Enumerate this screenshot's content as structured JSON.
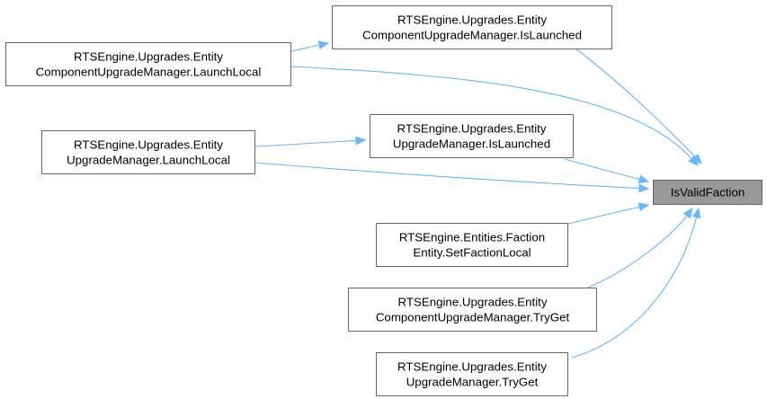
{
  "diagram": {
    "target": {
      "id": "target",
      "lines": [
        "IsValidFaction"
      ]
    },
    "nodes": [
      {
        "id": "cum_launched",
        "lines": [
          "RTSEngine.Upgrades.Entity",
          "ComponentUpgradeManager.IsLaunched"
        ]
      },
      {
        "id": "cum_launchlocal",
        "lines": [
          "RTSEngine.Upgrades.Entity",
          "ComponentUpgradeManager.LaunchLocal"
        ]
      },
      {
        "id": "um_launched",
        "lines": [
          "RTSEngine.Upgrades.Entity",
          "UpgradeManager.IsLaunched"
        ]
      },
      {
        "id": "um_launchlocal",
        "lines": [
          "RTSEngine.Upgrades.Entity",
          "UpgradeManager.LaunchLocal"
        ]
      },
      {
        "id": "fe_setfaction",
        "lines": [
          "RTSEngine.Entities.Faction",
          "Entity.SetFactionLocal"
        ]
      },
      {
        "id": "cum_tryget",
        "lines": [
          "RTSEngine.Upgrades.Entity",
          "ComponentUpgradeManager.TryGet"
        ]
      },
      {
        "id": "um_tryget",
        "lines": [
          "RTSEngine.Upgrades.Entity",
          "UpgradeManager.TryGet"
        ]
      }
    ],
    "edges": [
      {
        "from": "cum_launched",
        "to": "target"
      },
      {
        "from": "cum_launchlocal",
        "to": "cum_launched"
      },
      {
        "from": "cum_launchlocal",
        "to": "target"
      },
      {
        "from": "um_launched",
        "to": "target"
      },
      {
        "from": "um_launchlocal",
        "to": "um_launched"
      },
      {
        "from": "um_launchlocal",
        "to": "target"
      },
      {
        "from": "fe_setfaction",
        "to": "target"
      },
      {
        "from": "cum_tryget",
        "to": "target"
      },
      {
        "from": "um_tryget",
        "to": "target"
      }
    ],
    "colors": {
      "edge": "#63b8ff",
      "target_fill": "#999999",
      "node_border": "#666666"
    }
  }
}
